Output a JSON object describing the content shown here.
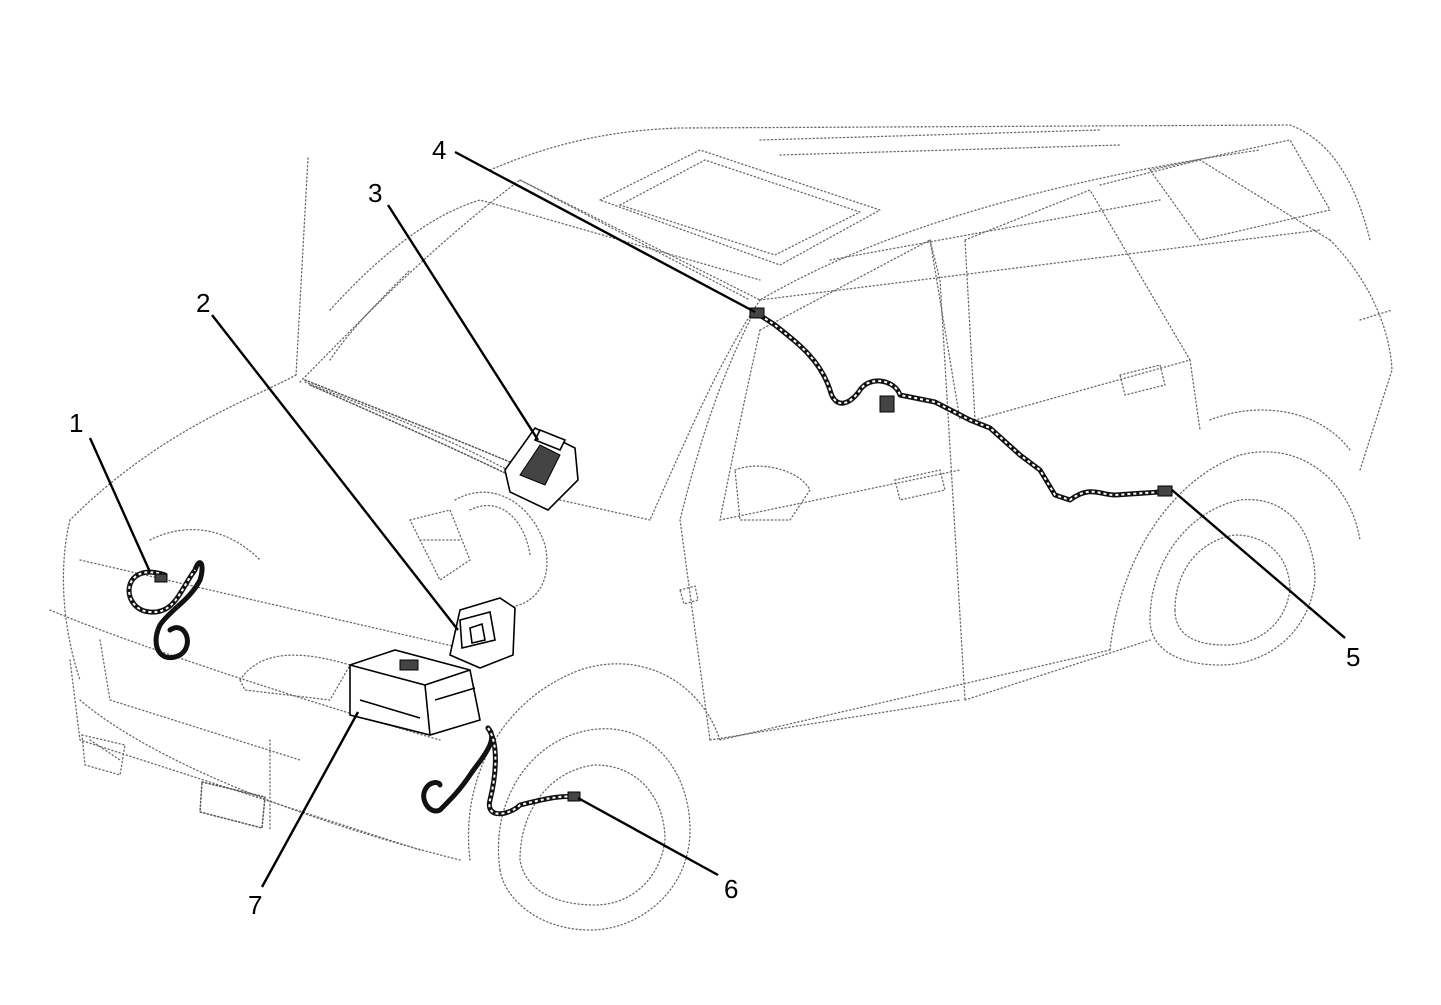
{
  "callouts": [
    {
      "id": 1,
      "label": "1"
    },
    {
      "id": 2,
      "label": "2"
    },
    {
      "id": 3,
      "label": "3"
    },
    {
      "id": 4,
      "label": "4"
    },
    {
      "id": 5,
      "label": "5"
    },
    {
      "id": 6,
      "label": "6"
    },
    {
      "id": 7,
      "label": "7"
    }
  ]
}
